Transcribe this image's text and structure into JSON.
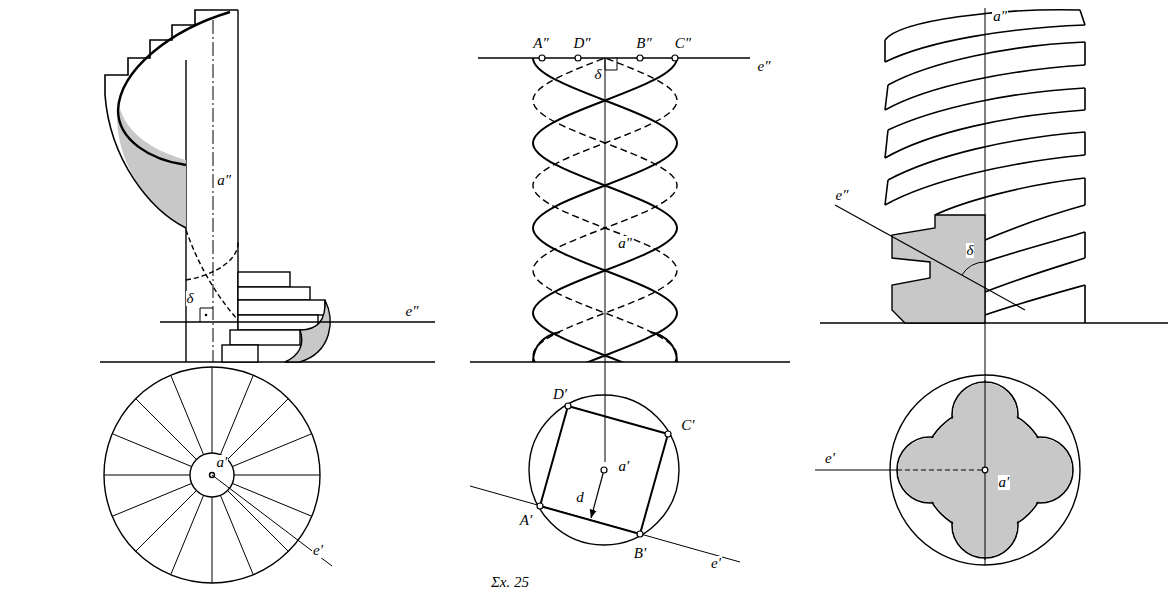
{
  "diagram": {
    "labels": [
      "a″",
      "δ",
      "e″",
      "a′",
      "e′",
      "A″",
      "D″",
      "B″",
      "C″",
      "δ",
      "e″",
      "a″",
      "D′",
      "C′",
      "a′",
      "d",
      "A′",
      "B′",
      "e′",
      "Σx. 25",
      "a″",
      "e″",
      "δ",
      "e′",
      "a′"
    ]
  }
}
